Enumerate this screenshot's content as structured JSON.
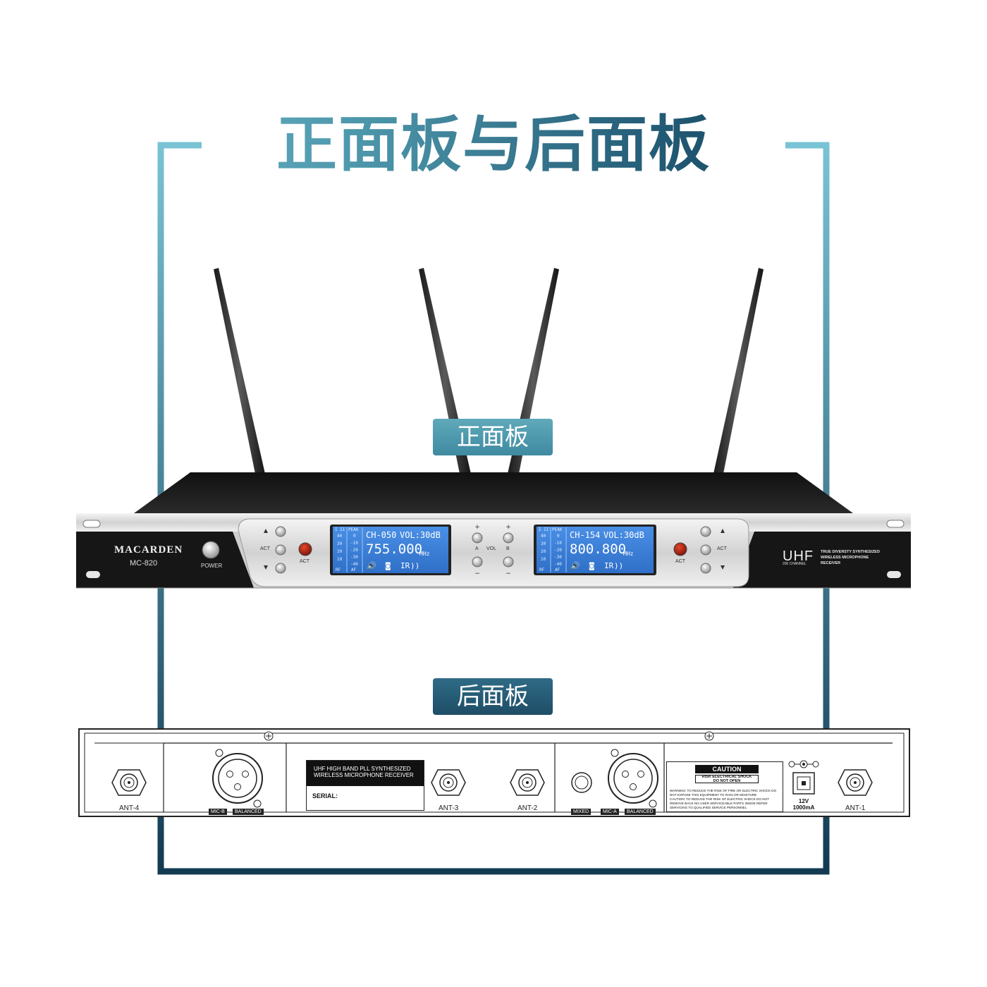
{
  "title": "正面板与后面板",
  "sections": {
    "front_label": "正面板",
    "back_label": "后面板"
  },
  "colors": {
    "title_gradient_start": "#7cc4d3",
    "title_gradient_end": "#1a3e56",
    "frame_light": "#79c3d4",
    "frame_dark": "#123a52",
    "pill_front": "#4c98ad",
    "pill_back": "#235871",
    "chassis": "#1b1b1b",
    "lcd": "#3c7fd9"
  },
  "front_panel": {
    "brand": "MACARDEN",
    "model": "MC-820",
    "power_label": "POWER",
    "act_label": "ACT",
    "vol_label": "VOL",
    "a_label": "A",
    "b_label": "B",
    "uhf": "UHF",
    "uhf_sub": "200 CHANNEL",
    "description": "TRUE DIVERSTY SYNTHESIZED WIRELESS MICROPHONE RECEIVER",
    "display_a": {
      "channel": "CH-050",
      "volume": "VOL:30dB",
      "frequency": "755.000",
      "unit": "MHz",
      "ir": "IR",
      "peak": "PEAK",
      "af": "AF",
      "rf": "RF",
      "scale": [
        "0",
        "-10",
        "-20",
        "-30",
        "-40"
      ],
      "left_scale": [
        "40",
        "30",
        "20",
        "10"
      ]
    },
    "display_b": {
      "channel": "CH-154",
      "volume": "VOL:30dB",
      "frequency": "800.800",
      "unit": "MHz",
      "ir": "IR",
      "peak": "PEAK",
      "af": "AF",
      "rf": "RF",
      "scale": [
        "0",
        "-10",
        "-20",
        "-30",
        "-40"
      ],
      "left_scale": [
        "40",
        "30",
        "20",
        "10"
      ]
    }
  },
  "rear_panel": {
    "ant4": "ANT-4",
    "ant3": "ANT-3",
    "ant2": "ANT-2",
    "ant1": "ANT-1",
    "mic_b": "MIC-B",
    "mic_a": "MIC-A",
    "balanced": "BALANCED",
    "mixed": "MIXED",
    "label_line1": "UHF HIGH BAND PLL SYNTHESIZED",
    "label_line2": "WIRELESS MICROPHONE RECEIVER",
    "serial": "SERIAL:",
    "caution_title": "CAUTION",
    "caution_sub1": "RISK ELECTRICAL SHOCK",
    "caution_sub2": "DO NOT OPEN",
    "warning_text": "WARNING: TO REDUCE THE RISK OF FIRE OR ELECTRIC SHOCK DO NOT EXPOSE THIS EQUIPMENT TO RAIN OR MOISTURE",
    "caution_text": "CAUTION: TO REDUCE THE RISK OF ELECTRIC SHOCK DO NOT REMOVE BACK NO USER SERVICEABLE PARTS INSIDE REFER SERVICING TO QUALIFIED SERVICE PERSONNEL",
    "dc_voltage": "12V",
    "dc_current": "1000mA"
  }
}
